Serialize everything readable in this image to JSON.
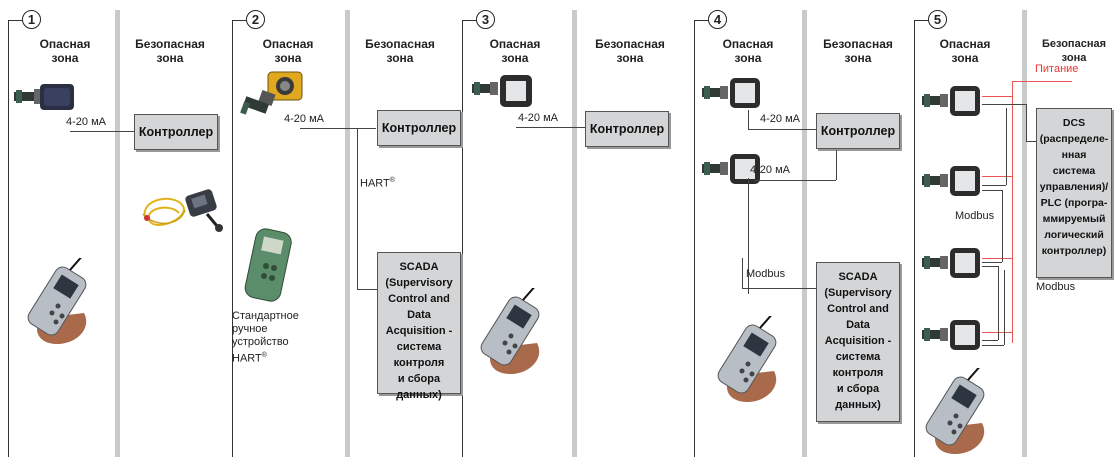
{
  "colors": {
    "separator": "#c9cacc",
    "box_fill": "#d3d5d7",
    "power_line": "#e55555",
    "text": "#222222"
  },
  "panels": [
    {
      "number": "1",
      "hazard": "Опасная\nзона",
      "safe": "Безопасная\nзона",
      "signal": "4-20 мА",
      "controller": "Контроллер"
    },
    {
      "number": "2",
      "hazard": "Опасная\nзона",
      "safe": "Безопасная\nзона",
      "signal": "4-20 мА",
      "controller": "Контроллер",
      "hart": "HART",
      "reg": "®",
      "scada": "SCADA\n(Supervisory\nControl and\nData\nAcquisition -\nсистема\nконтроля\nи сбора\nданных)",
      "device_caption": "Стандартное\nручное\nустройство\nHART",
      "device_caption_reg": "®"
    },
    {
      "number": "3",
      "hazard": "Опасная\nзона",
      "safe": "Безопасная\nзона",
      "signal": "4-20 мА",
      "controller": "Контроллер"
    },
    {
      "number": "4",
      "hazard": "Опасная\nзона",
      "safe": "Безопасная\nзона",
      "signal_a": "4-20 мА",
      "signal_b": "4-20 мА",
      "controller": "Контроллер",
      "modbus": "Modbus",
      "scada": "SCADA\n(Supervisory\nControl and\nData\nAcquisition -\nсистема\nконтроля\nи сбора\nданных)"
    },
    {
      "number": "5",
      "hazard": "Опасная\nзона",
      "safe": "Безопасная\nзона",
      "power": "Питание",
      "modbus_a": "Modbus",
      "modbus_b": "Modbus",
      "dcs": "DCS\n(распределе-\nнная\nсистема\nуправления)/\nPLC (програ-\nммируемый\nлогический\nконтроллер)"
    }
  ],
  "icons": [
    "gas-detector-icon",
    "handheld-communicator-icon",
    "cable-kit-icon",
    "hart-communicator-icon"
  ]
}
